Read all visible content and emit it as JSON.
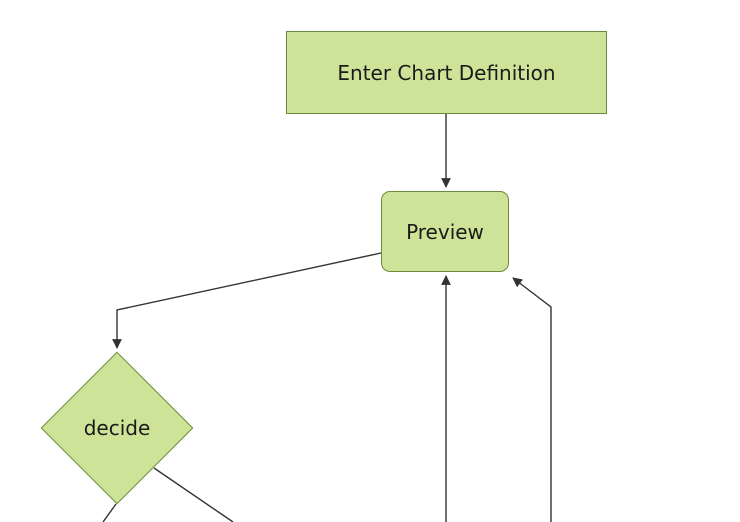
{
  "diagram": {
    "type": "flowchart",
    "direction": "top-to-bottom",
    "nodes": [
      {
        "id": "A",
        "label": "Enter Chart Definition",
        "shape": "rectangle"
      },
      {
        "id": "B",
        "label": "Preview",
        "shape": "rounded-rectangle"
      },
      {
        "id": "C",
        "label": "decide",
        "shape": "diamond"
      }
    ],
    "edges": [
      {
        "from": "A",
        "to": "B",
        "arrowhead": true
      },
      {
        "from": "B",
        "to": "C",
        "arrowhead": true
      },
      {
        "from": "C",
        "to": "offscreen-bottom-left",
        "arrowhead": false
      },
      {
        "from": "C",
        "to": "offscreen-bottom-right",
        "arrowhead": false
      },
      {
        "from": "offscreen-bottom-center",
        "to": "B",
        "arrowhead": true
      },
      {
        "from": "offscreen-bottom-right",
        "to": "B",
        "arrowhead": true
      }
    ],
    "colors": {
      "background": "#ffffff",
      "node_fill": "#cde498",
      "node_border": "#6e8b3d",
      "edge": "#333333",
      "text": "#1a1a1a"
    }
  }
}
